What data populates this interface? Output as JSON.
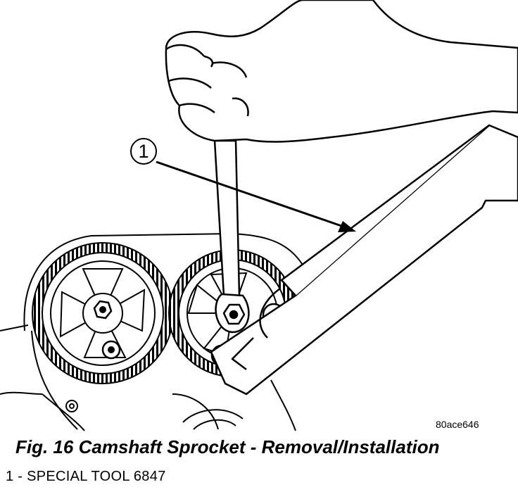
{
  "figure": {
    "callout": "1",
    "image_code": "80ace646",
    "caption": "Fig. 16 Camshaft Sprocket - Removal/Installation",
    "legend": [
      {
        "number": "1",
        "separator": " - ",
        "text": "SPECIAL TOOL 6847"
      }
    ]
  },
  "colors": {
    "ink": "#000000",
    "paper": "#ffffff"
  },
  "icons": [
    "hand-illustration",
    "wrench-illustration",
    "special-tool-illustration",
    "left-camshaft-sprocket",
    "right-camshaft-sprocket",
    "engine-cover-outline"
  ]
}
